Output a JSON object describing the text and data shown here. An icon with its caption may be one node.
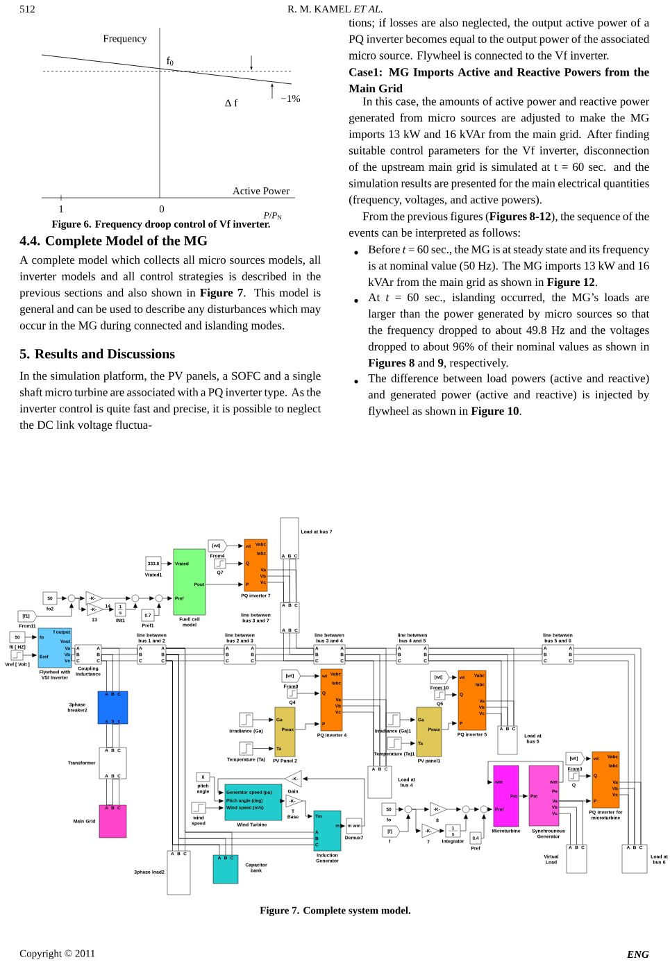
{
  "diagram": {
    "caption": "Figure 7. Complete system model.",
    "nodes": [
      {
        "text": [
          "50"
        ],
        "beside": [
          "fo2"
        ]
      },
      {
        "text": [
          "[f1]"
        ],
        "beside": [
          "From11"
        ]
      },
      {
        "text": [],
        "shape": "circle"
      },
      {
        "text": [
          "-K-"
        ]
      },
      {
        "text": [
          "-K-"
        ],
        "beside": [
          "14",
          "13"
        ]
      },
      {
        "text": [
          "1",
          "s"
        ],
        "beside": [
          "INt1"
        ]
      },
      {
        "text": [],
        "shape": "circle"
      },
      {
        "text": [
          "0.7"
        ],
        "beside": [
          "Pref1"
        ]
      },
      {
        "text": [],
        "shape": "circle"
      },
      {
        "text": [
          "333.8"
        ],
        "beside": [
          "Vrated1"
        ]
      },
      {
        "text": [
          "Vrated",
          "Pout",
          "Pref"
        ],
        "beside": [
          "Fuell cell model"
        ]
      },
      {
        "text": [
          "[wt]"
        ],
        "beside": [
          "From4"
        ]
      },
      {
        "text": [],
        "shape": "picture",
        "beside": [
          "Q7"
        ]
      },
      {
        "text": [
          "Vabc",
          "wt",
          "Iabc",
          "Q",
          "Va",
          "Vb",
          "Vc",
          "P"
        ],
        "beside": [
          "PQ inverter 7"
        ]
      },
      {
        "text": [
          "A",
          "B",
          "C"
        ],
        "beside": [
          "Load at bus 7"
        ]
      },
      {
        "text": [
          "A",
          "B",
          "C",
          "A",
          "B",
          "C"
        ],
        "beside": [
          "line betwwen bus 3 and 7"
        ]
      },
      {
        "text": [
          "50"
        ],
        "beside": [
          "f0 [ HZ]"
        ]
      },
      {
        "text": [],
        "shape": "picture",
        "beside": [
          "Vref [ Volt ]"
        ]
      },
      {
        "text": [
          "f output",
          "fo",
          "Vout",
          "Va",
          "Vb",
          "Eref",
          "Vc"
        ],
        "beside": [
          "Flywheel with VSI Inverter"
        ]
      },
      {
        "text": [
          "A",
          "A",
          "B",
          "B",
          "C",
          "C"
        ],
        "beside": [
          "Coupling Inductance"
        ]
      },
      {
        "text": [
          "A",
          "A",
          "B",
          "B",
          "C",
          "C"
        ],
        "beside": [
          "line betwwen bus 1 and 2"
        ]
      },
      {
        "text": [
          "A",
          "A",
          "B",
          "B",
          "C",
          "C"
        ],
        "beside": [
          "line betwwen bus 2 and 3"
        ]
      },
      {
        "text": [
          "A",
          "A",
          "B",
          "B",
          "C",
          "C"
        ],
        "beside": [
          "line betwwen bus 3 and 4"
        ]
      },
      {
        "text": [
          "A",
          "A",
          "B",
          "B",
          "C",
          "C"
        ],
        "beside": [
          "line betwwen bus 4 and 5"
        ]
      },
      {
        "text": [
          "A",
          "A",
          "B",
          "B",
          "C",
          "C"
        ],
        "beside": [
          "line betwwen bus 5 and 6"
        ]
      },
      {
        "text": [
          "A",
          "B",
          "C",
          "a",
          "b",
          "c"
        ],
        "beside": [
          "3phase breaker2"
        ]
      },
      {
        "text": [
          "A",
          "B",
          "C",
          "A",
          "B",
          "C"
        ],
        "beside": [
          "Transformer"
        ]
      },
      {
        "text": [
          "A",
          "B",
          "C"
        ],
        "beside": [
          "Main Grid"
        ]
      },
      {
        "text": [
          "[wt]"
        ],
        "beside": [
          "From9"
        ]
      },
      {
        "text": [],
        "shape": "picture",
        "beside": [
          "Q4"
        ]
      },
      {
        "text": [
          "Vabc",
          "wt",
          "Iabc",
          "Q",
          "Va",
          "Vb",
          "Vc",
          "P"
        ],
        "beside": [
          "PQ inverter 4"
        ]
      },
      {
        "text": [],
        "shape": "picture",
        "beside": [
          "Irradiance (Ga)"
        ]
      },
      {
        "text": [],
        "shape": "picture",
        "beside": [
          "Temperature (Ta)"
        ]
      },
      {
        "text": [
          "Ga",
          "Pmax",
          "Ta"
        ],
        "beside": [
          "PV Panel 2"
        ]
      },
      {
        "text": [
          "A",
          "B",
          "C"
        ],
        "beside": [
          "Load at bus 4"
        ]
      },
      {
        "text": [
          "[wt]"
        ],
        "beside": [
          "From 10"
        ]
      },
      {
        "text": [],
        "shape": "picture",
        "beside": [
          "Q5"
        ]
      },
      {
        "text": [
          "Vabc",
          "wt",
          "Iabc",
          "Q",
          "Va",
          "Vb",
          "Vc",
          "P"
        ],
        "beside": [
          "PQ inverter 5"
        ]
      },
      {
        "text": [],
        "shape": "picture",
        "beside": [
          "Irradiance (Ga)1"
        ]
      },
      {
        "text": [],
        "shape": "picture",
        "beside": [
          "Temperature (Ta)1"
        ]
      },
      {
        "text": [
          "Ga",
          "Pmax",
          "Ta"
        ],
        "beside": [
          "PV panel1"
        ]
      },
      {
        "text": [
          "A",
          "B",
          "C"
        ],
        "beside": [
          "Load at bus 5"
        ]
      },
      {
        "text": [
          "0"
        ],
        "beside": [
          "pitch angle"
        ]
      },
      {
        "text": [],
        "shape": "picture",
        "beside": [
          "wind speed"
        ]
      },
      {
        "text": [
          "Generator speed (pu)",
          "Pitch angle (deg)",
          "Wind speed (m/s)"
        ],
        "beside": [
          "Wind Turbine"
        ]
      },
      {
        "text": [
          "-K-"
        ],
        "beside": [
          "Gain"
        ]
      },
      {
        "text": [
          "-K-"
        ],
        "beside": [
          "T Base"
        ]
      },
      {
        "text": [
          "Tm",
          "m",
          "A",
          "B",
          "C"
        ],
        "beside": [
          "Induction Generator"
        ]
      },
      {
        "text": [
          "m wm"
        ],
        "beside": [
          "Demux7"
        ]
      },
      {
        "text": [
          "A",
          "B",
          "C"
        ],
        "beside": [
          "Capacitor bank"
        ]
      },
      {
        "text": [
          "A",
          "B",
          "C"
        ],
        "beside": [
          "3phase load2"
        ]
      },
      {
        "text": [
          "50"
        ],
        "beside": [
          "fo"
        ]
      },
      {
        "text": [
          "[f]"
        ],
        "beside": [
          "f"
        ]
      },
      {
        "text": [],
        "shape": "circle"
      },
      {
        "text": [
          "-K-"
        ],
        "beside": [
          "8"
        ]
      },
      {
        "text": [
          "-K-"
        ],
        "beside": [
          "7"
        ]
      },
      {
        "text": [
          "1",
          "s"
        ],
        "beside": [
          "Integrator"
        ]
      },
      {
        "text": [],
        "shape": "circle"
      },
      {
        "text": [],
        "shape": "circle"
      },
      {
        "text": [
          "0.4"
        ],
        "beside": [
          "Pref"
        ]
      },
      {
        "text": [
          "wm",
          "Pm",
          "Pref"
        ],
        "beside": [
          "Microturbine"
        ]
      },
      {
        "text": [
          "wm",
          "Pe",
          "Pm",
          "Va",
          "Vb",
          "Vc"
        ],
        "beside": [
          "Synchrounous Generator"
        ]
      },
      {
        "text": [
          "[wt]"
        ],
        "beside": [
          "From3"
        ]
      },
      {
        "text": [],
        "shape": "picture",
        "beside": [
          "Q"
        ]
      },
      {
        "text": [
          "Vabc",
          "wt",
          "Iabc",
          "Q",
          "Va",
          "Vb",
          "Vc",
          "P"
        ],
        "beside": [
          "PQ Inverter for microturbine"
        ]
      },
      {
        "text": [
          "A",
          "B",
          "C"
        ],
        "beside": [
          "Virtual Load"
        ]
      },
      {
        "text": [
          "A",
          "B",
          "C"
        ],
        "beside": [
          "Load at bus 6"
        ]
      }
    ],
    "edges": [
      {
        "from": 0,
        "to": 2,
        "arrow": "to"
      },
      {
        "from": 1,
        "to": 2,
        "arrow": "to"
      },
      {
        "from": 2,
        "to": 3,
        "arrow": "to"
      },
      {
        "from": 2,
        "to": 4,
        "arrow": "to"
      },
      {
        "from": 4,
        "to": 5,
        "arrow": "to"
      },
      {
        "from": 3,
        "to": 6,
        "arrow": "to"
      },
      {
        "from": 5,
        "to": 6,
        "arrow": "to"
      },
      {
        "from": 6,
        "to": 8,
        "arrow": "to"
      },
      {
        "from": 7,
        "to": 8,
        "arrow": "to"
      },
      {
        "from": 8,
        "to": 10,
        "arrow": "to"
      },
      {
        "from": 9,
        "to": 10,
        "arrow": "to"
      },
      {
        "from": 10,
        "to": 13,
        "arrow": "to"
      },
      {
        "from": 11,
        "to": 13,
        "arrow": "to"
      },
      {
        "from": 12,
        "to": 13,
        "arrow": "to"
      },
      {
        "from": 16,
        "to": 18,
        "arrow": "to"
      },
      {
        "from": 17,
        "to": 18,
        "arrow": "to"
      },
      {
        "from": 18,
        "to": 19,
        "arrow": "none"
      },
      {
        "from": 19,
        "to": 20,
        "arrow": "none"
      },
      {
        "from": 20,
        "to": 21,
        "arrow": "none"
      },
      {
        "from": 21,
        "to": 22,
        "arrow": "none"
      },
      {
        "from": 22,
        "to": 23,
        "arrow": "none"
      },
      {
        "from": 23,
        "to": 24,
        "arrow": "none"
      },
      {
        "from": 19,
        "to": 25,
        "arrow": "none"
      },
      {
        "from": 25,
        "to": 26,
        "arrow": "none"
      },
      {
        "from": 26,
        "to": 27,
        "arrow": "none"
      },
      {
        "from": 13,
        "to": 15,
        "arrow": "none"
      },
      {
        "from": 14,
        "to": 15,
        "arrow": "none"
      },
      {
        "from": 15,
        "to": 22,
        "arrow": "none"
      },
      {
        "from": 20,
        "to": 50,
        "arrow": "none"
      },
      {
        "from": 20,
        "to": 47,
        "arrow": "none"
      },
      {
        "from": 20,
        "to": 49,
        "arrow": "none"
      },
      {
        "from": 28,
        "to": 30,
        "arrow": "to"
      },
      {
        "from": 29,
        "to": 30,
        "arrow": "to"
      },
      {
        "from": 33,
        "to": 30,
        "arrow": "to"
      },
      {
        "from": 31,
        "to": 33,
        "arrow": "to"
      },
      {
        "from": 32,
        "to": 33,
        "arrow": "to"
      },
      {
        "from": 30,
        "to": 34,
        "arrow": "none"
      },
      {
        "from": 22,
        "to": 34,
        "arrow": "none"
      },
      {
        "from": 35,
        "to": 37,
        "arrow": "to"
      },
      {
        "from": 36,
        "to": 37,
        "arrow": "to"
      },
      {
        "from": 40,
        "to": 37,
        "arrow": "to"
      },
      {
        "from": 38,
        "to": 40,
        "arrow": "to"
      },
      {
        "from": 39,
        "to": 40,
        "arrow": "to"
      },
      {
        "from": 37,
        "to": 41,
        "arrow": "none"
      },
      {
        "from": 23,
        "to": 41,
        "arrow": "none"
      },
      {
        "from": 42,
        "to": 44,
        "arrow": "to"
      },
      {
        "from": 43,
        "to": 44,
        "arrow": "to"
      },
      {
        "from": 45,
        "to": 44,
        "arrow": "to"
      },
      {
        "from": 44,
        "to": 46,
        "arrow": "to"
      },
      {
        "from": 46,
        "to": 47,
        "arrow": "to"
      },
      {
        "from": 47,
        "to": 48,
        "arrow": "to"
      },
      {
        "from": 48,
        "to": 45,
        "arrow": "to"
      },
      {
        "from": 51,
        "to": 53,
        "arrow": "to"
      },
      {
        "from": 52,
        "to": 53,
        "arrow": "to"
      },
      {
        "from": 53,
        "to": 54,
        "arrow": "to"
      },
      {
        "from": 53,
        "to": 55,
        "arrow": "to"
      },
      {
        "from": 55,
        "to": 56,
        "arrow": "to"
      },
      {
        "from": 54,
        "to": 57,
        "arrow": "to"
      },
      {
        "from": 56,
        "to": 57,
        "arrow": "to"
      },
      {
        "from": 57,
        "to": 58,
        "arrow": "to"
      },
      {
        "from": 59,
        "to": 58,
        "arrow": "to"
      },
      {
        "from": 58,
        "to": 60,
        "arrow": "to"
      },
      {
        "from": 60,
        "to": 61,
        "arrow": "to"
      },
      {
        "from": 61,
        "to": 60,
        "arrow": "to"
      },
      {
        "from": 61,
        "to": 64,
        "arrow": "to"
      },
      {
        "from": 62,
        "to": 64,
        "arrow": "to"
      },
      {
        "from": 63,
        "to": 64,
        "arrow": "to"
      },
      {
        "from": 61,
        "to": 65,
        "arrow": "none"
      },
      {
        "from": 64,
        "to": 66,
        "arrow": "none"
      },
      {
        "from": 24,
        "to": 66,
        "arrow": "none"
      }
    ],
    "labels": [
      "512",
      "R. M. KAMEL *ET AL.*",
      "Frequency",
      "f$_{0}$",
      "Δ f",
      "−1%",
      "Active Power",
      "1",
      "0",
      "*P*/*P*$_{N}$",
      "Figure 6. Frequency droop control of Vf inverter.",
      "4.4. Complete Model of the MG",
      "A complete model which collects all micro sources models, all inverter models and all control strategies is described in the previous sections and also shown in **Figure 7**. This model is general and can be used to describe any disturbances which may occur in the MG during connected and islanding modes.",
      "5. Results and Discussions",
      "In the simulation platform, the PV panels, a SOFC and a single shaft micro turbine are associated with a PQ inverter type. As the inverter control is quite fast and precise, it is possible to neglect the DC link voltage fluctua-",
      "tions; if losses are also neglected, the output active power of a PQ inverter becomes equal to the output power of the associated micro source. Flywheel is connected to the Vf inverter.",
      "Case1: MG Imports Active and Reactive Powers from the Main Grid",
      "In this case, the amounts of active power and reactive power generated from micro sources are adjusted to make the MG imports 13 kW and 16 kVAr from the main grid. After finding suitable control parameters for the Vf inverter, disconnection of the upstream main grid is simulated at t = 60 sec. and the simulation results are presented for the main electrical quantities (frequency, voltages, and active powers).",
      "From the previous figures (**Figures 8-12**), the sequence of the events can be interpreted as follows:",
      "Before *t* = 60 sec., the MG is at steady state and its frequency is at nominal value (50 Hz). The MG imports 13 kW and 16 kVAr from the main grid as shown in **Figure 12**.",
      "At *t* = 60 sec., islanding occurred, the MG’s loads are larger than the power generated by micro sources so that the frequency dropped to about 49.8 Hz and the voltages dropped to about 96% of their nominal values as shown in **Figures 8** and **9**, respectively.",
      "The difference between load powers (active and reactive) and generated power (active and reactive) is injected by flywheel as shown in **Figure 10**.",
      "Copyright © 2011",
      "ENG"
    ]
  }
}
